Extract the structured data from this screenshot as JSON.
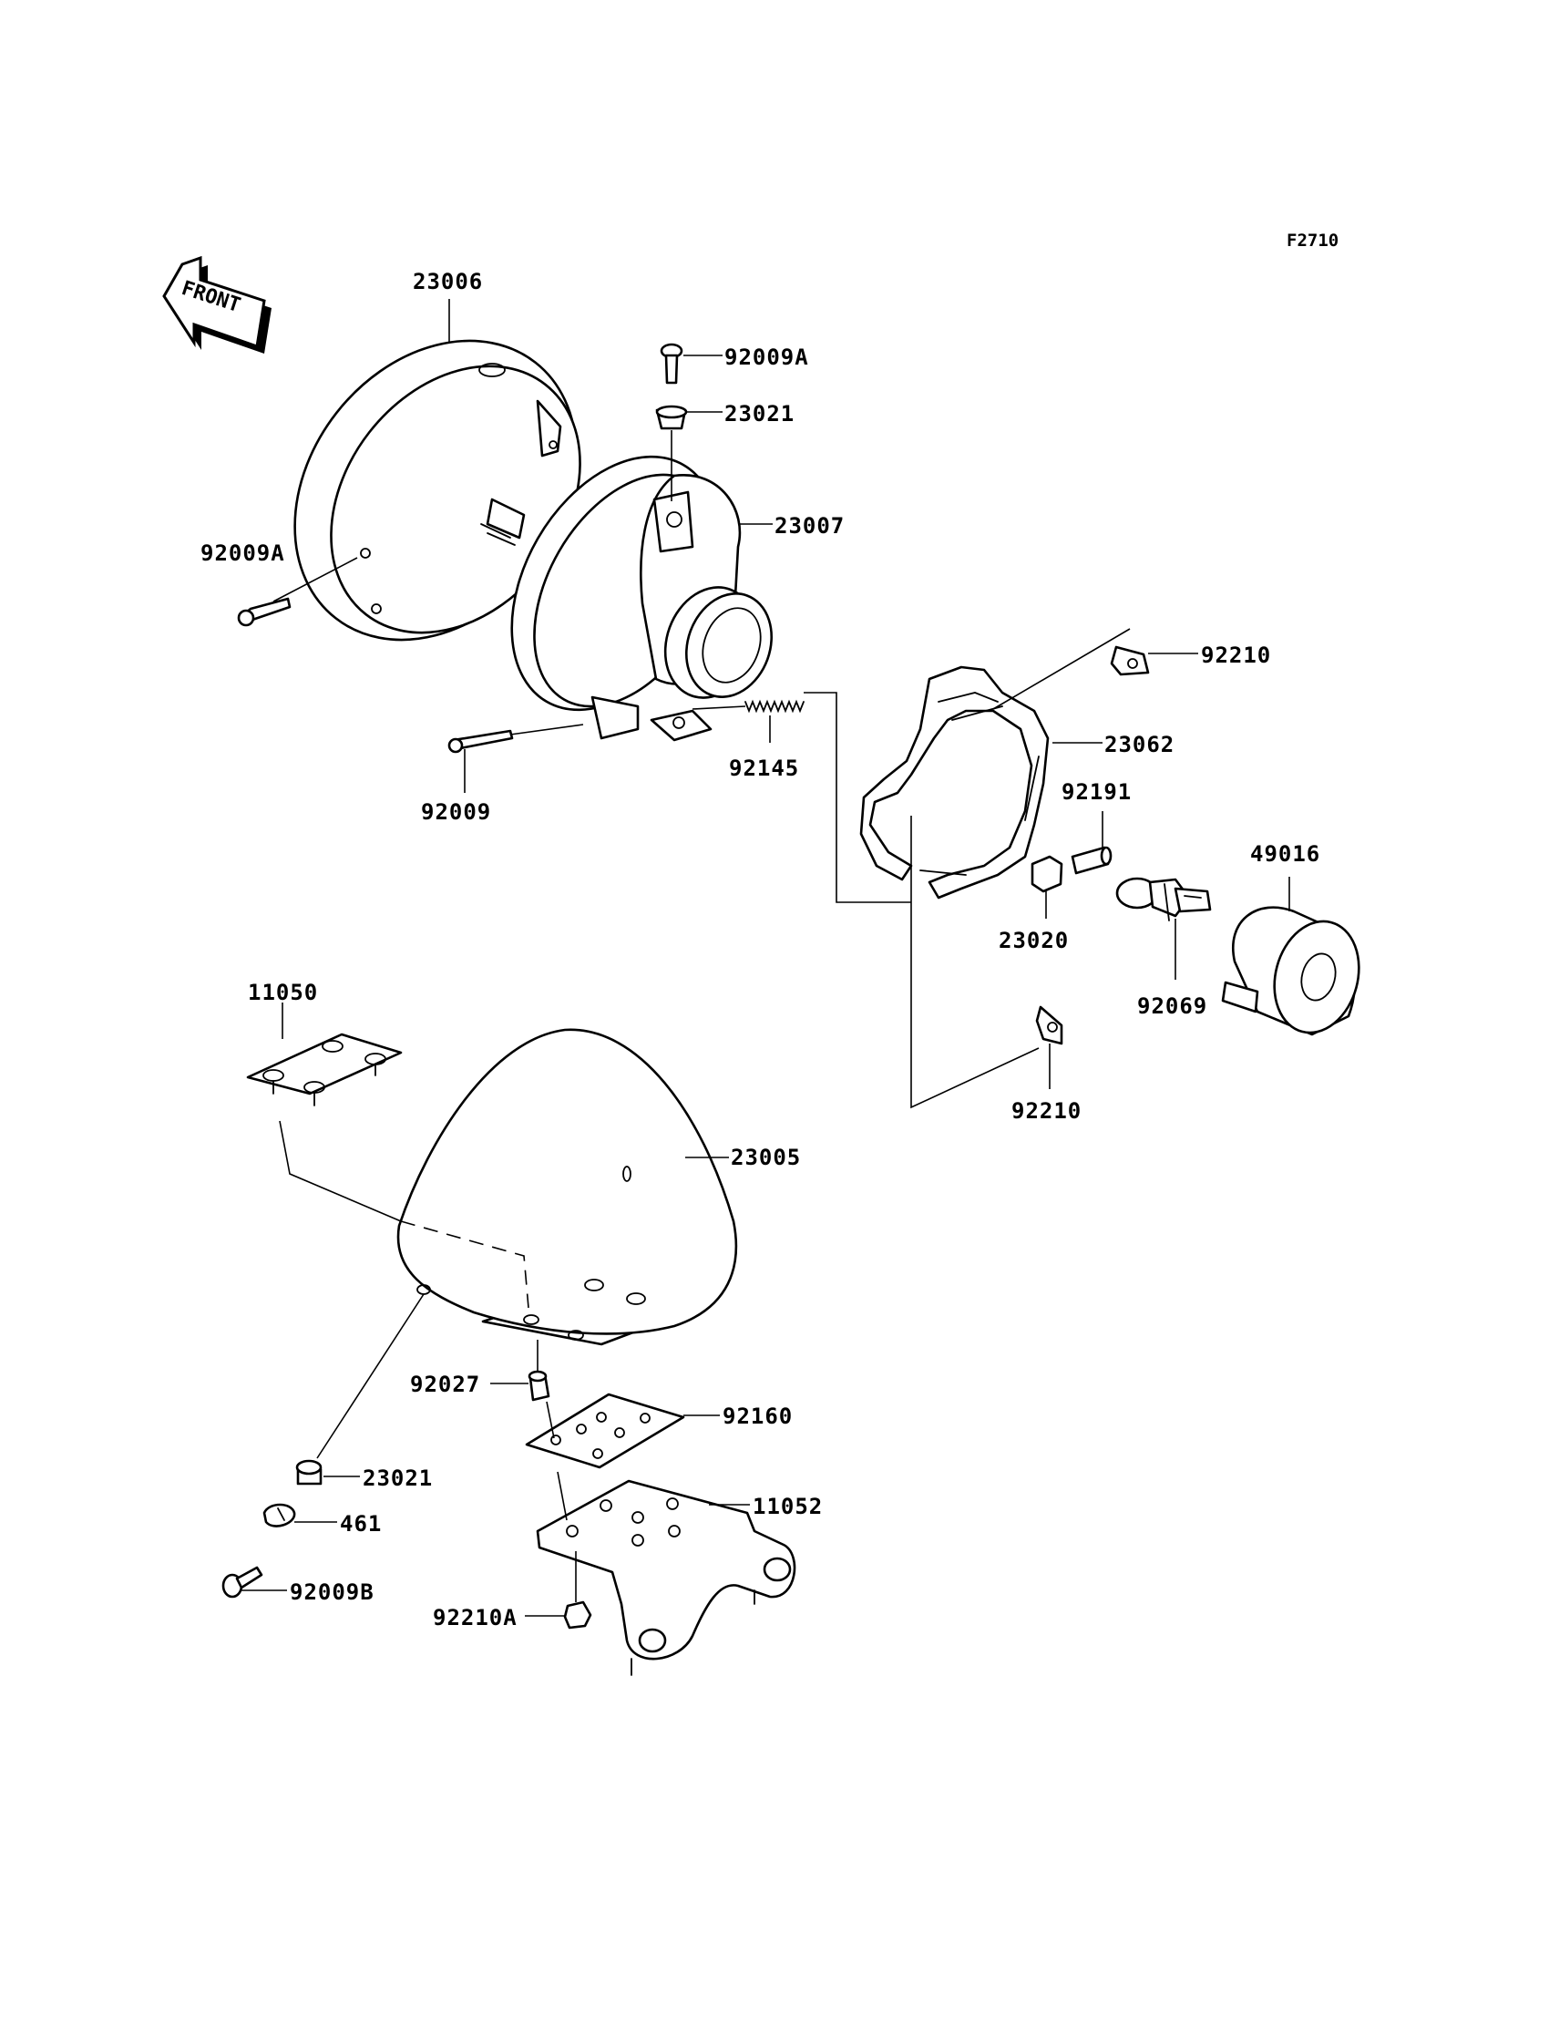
{
  "figure_code": "F2710",
  "front_label": "FRONT",
  "labels": {
    "rim": "23006",
    "rim_screw": "92009A",
    "top_screw": "92009A",
    "top_grommet": "23021",
    "headlight_unit": "23007",
    "adjust_screw": "92009",
    "spring": "92145",
    "nut_top": "92210",
    "bracket": "23062",
    "collar": "92191",
    "bulb_boot": "49016",
    "socket": "23020",
    "bulb": "92069",
    "nut_bottom": "92210",
    "plate_left": "11050",
    "housing": "23005",
    "spacer": "92027",
    "damper_plate": "92160",
    "grommet_low": "23021",
    "washer": "461",
    "bolt_low": "92009B",
    "stay": "11052",
    "nut_low": "92210A"
  }
}
